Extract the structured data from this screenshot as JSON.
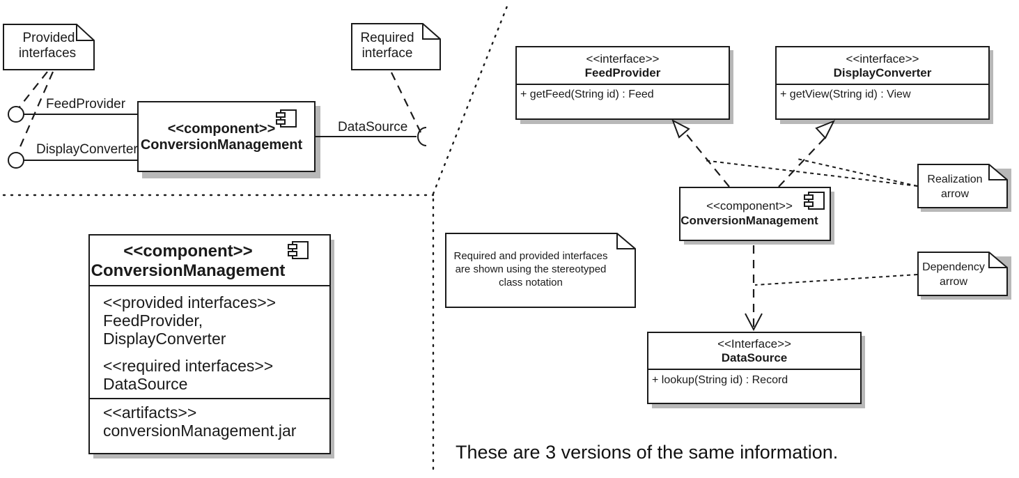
{
  "panel_a": {
    "note_provided": [
      "Provided",
      "interfaces"
    ],
    "note_required": [
      "Required",
      "interface"
    ],
    "provided_1": "FeedProvider",
    "provided_2": "DisplayConverter",
    "required_1": "DataSource",
    "component_stereotype": "<<component>>",
    "component_name": "ConversionManagement"
  },
  "panel_b": {
    "stereotype": "<<component>>",
    "name": "ConversionManagement",
    "provided_heading": "<<provided interfaces>>",
    "provided_values": [
      "FeedProvider,",
      "DisplayConverter"
    ],
    "required_heading": "<<required interfaces>>",
    "required_values": [
      "DataSource"
    ],
    "artifacts_heading": "<<artifacts>>",
    "artifacts_values": [
      "conversionManagement.jar"
    ]
  },
  "panel_c": {
    "feed_provider": {
      "stereotype": "<<interface>>",
      "name": "FeedProvider",
      "operation": "+ getFeed(String id) : Feed"
    },
    "display_converter": {
      "stereotype": "<<interface>>",
      "name": "DisplayConverter",
      "operation": "+ getView(String id) : View"
    },
    "component": {
      "stereotype": "<<component>>",
      "name": "ConversionManagement"
    },
    "data_source": {
      "stereotype": "<<Interface>>",
      "name": "DataSource",
      "operation": "+ lookup(String id) : Record"
    },
    "note_realization": [
      "Realization",
      "arrow"
    ],
    "note_dependency": [
      "Dependency",
      "arrow"
    ],
    "note_explanation": [
      "Required and provided interfaces",
      "are shown using the stereotyped",
      "class notation"
    ]
  },
  "caption": "These are 3 versions of the same information."
}
